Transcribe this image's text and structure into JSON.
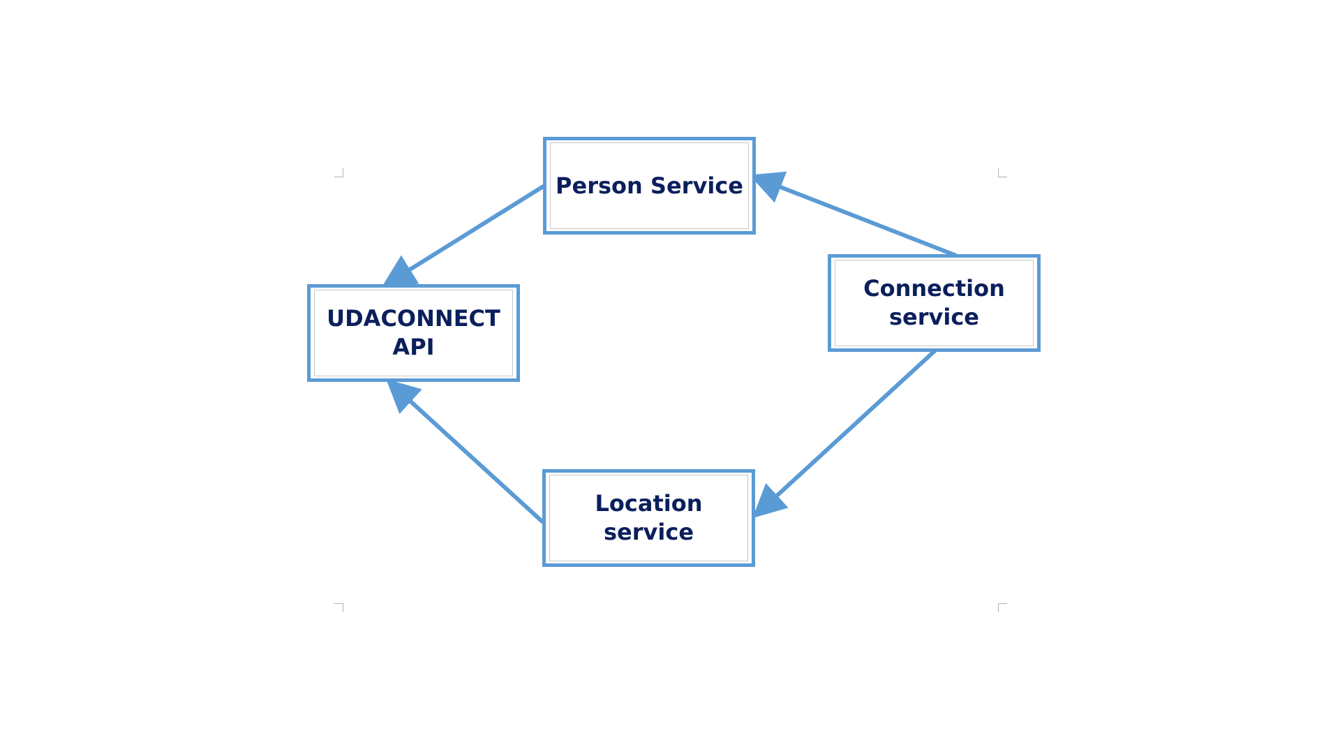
{
  "diagram": {
    "nodes": [
      {
        "id": "person",
        "label": "Person Service"
      },
      {
        "id": "api",
        "label": "UDACONNECT\nAPI"
      },
      {
        "id": "connection",
        "label": "Connection\nservice"
      },
      {
        "id": "location",
        "label": "Location\nservice"
      }
    ],
    "edges": [
      {
        "from": "person",
        "to": "api"
      },
      {
        "from": "connection",
        "to": "person"
      },
      {
        "from": "connection",
        "to": "location"
      },
      {
        "from": "location",
        "to": "api"
      }
    ],
    "colors": {
      "border": "#5b9bd5",
      "arrow": "#5b9bd5",
      "text": "#0b1f5c",
      "inner_border": "#c8c8c8"
    }
  }
}
